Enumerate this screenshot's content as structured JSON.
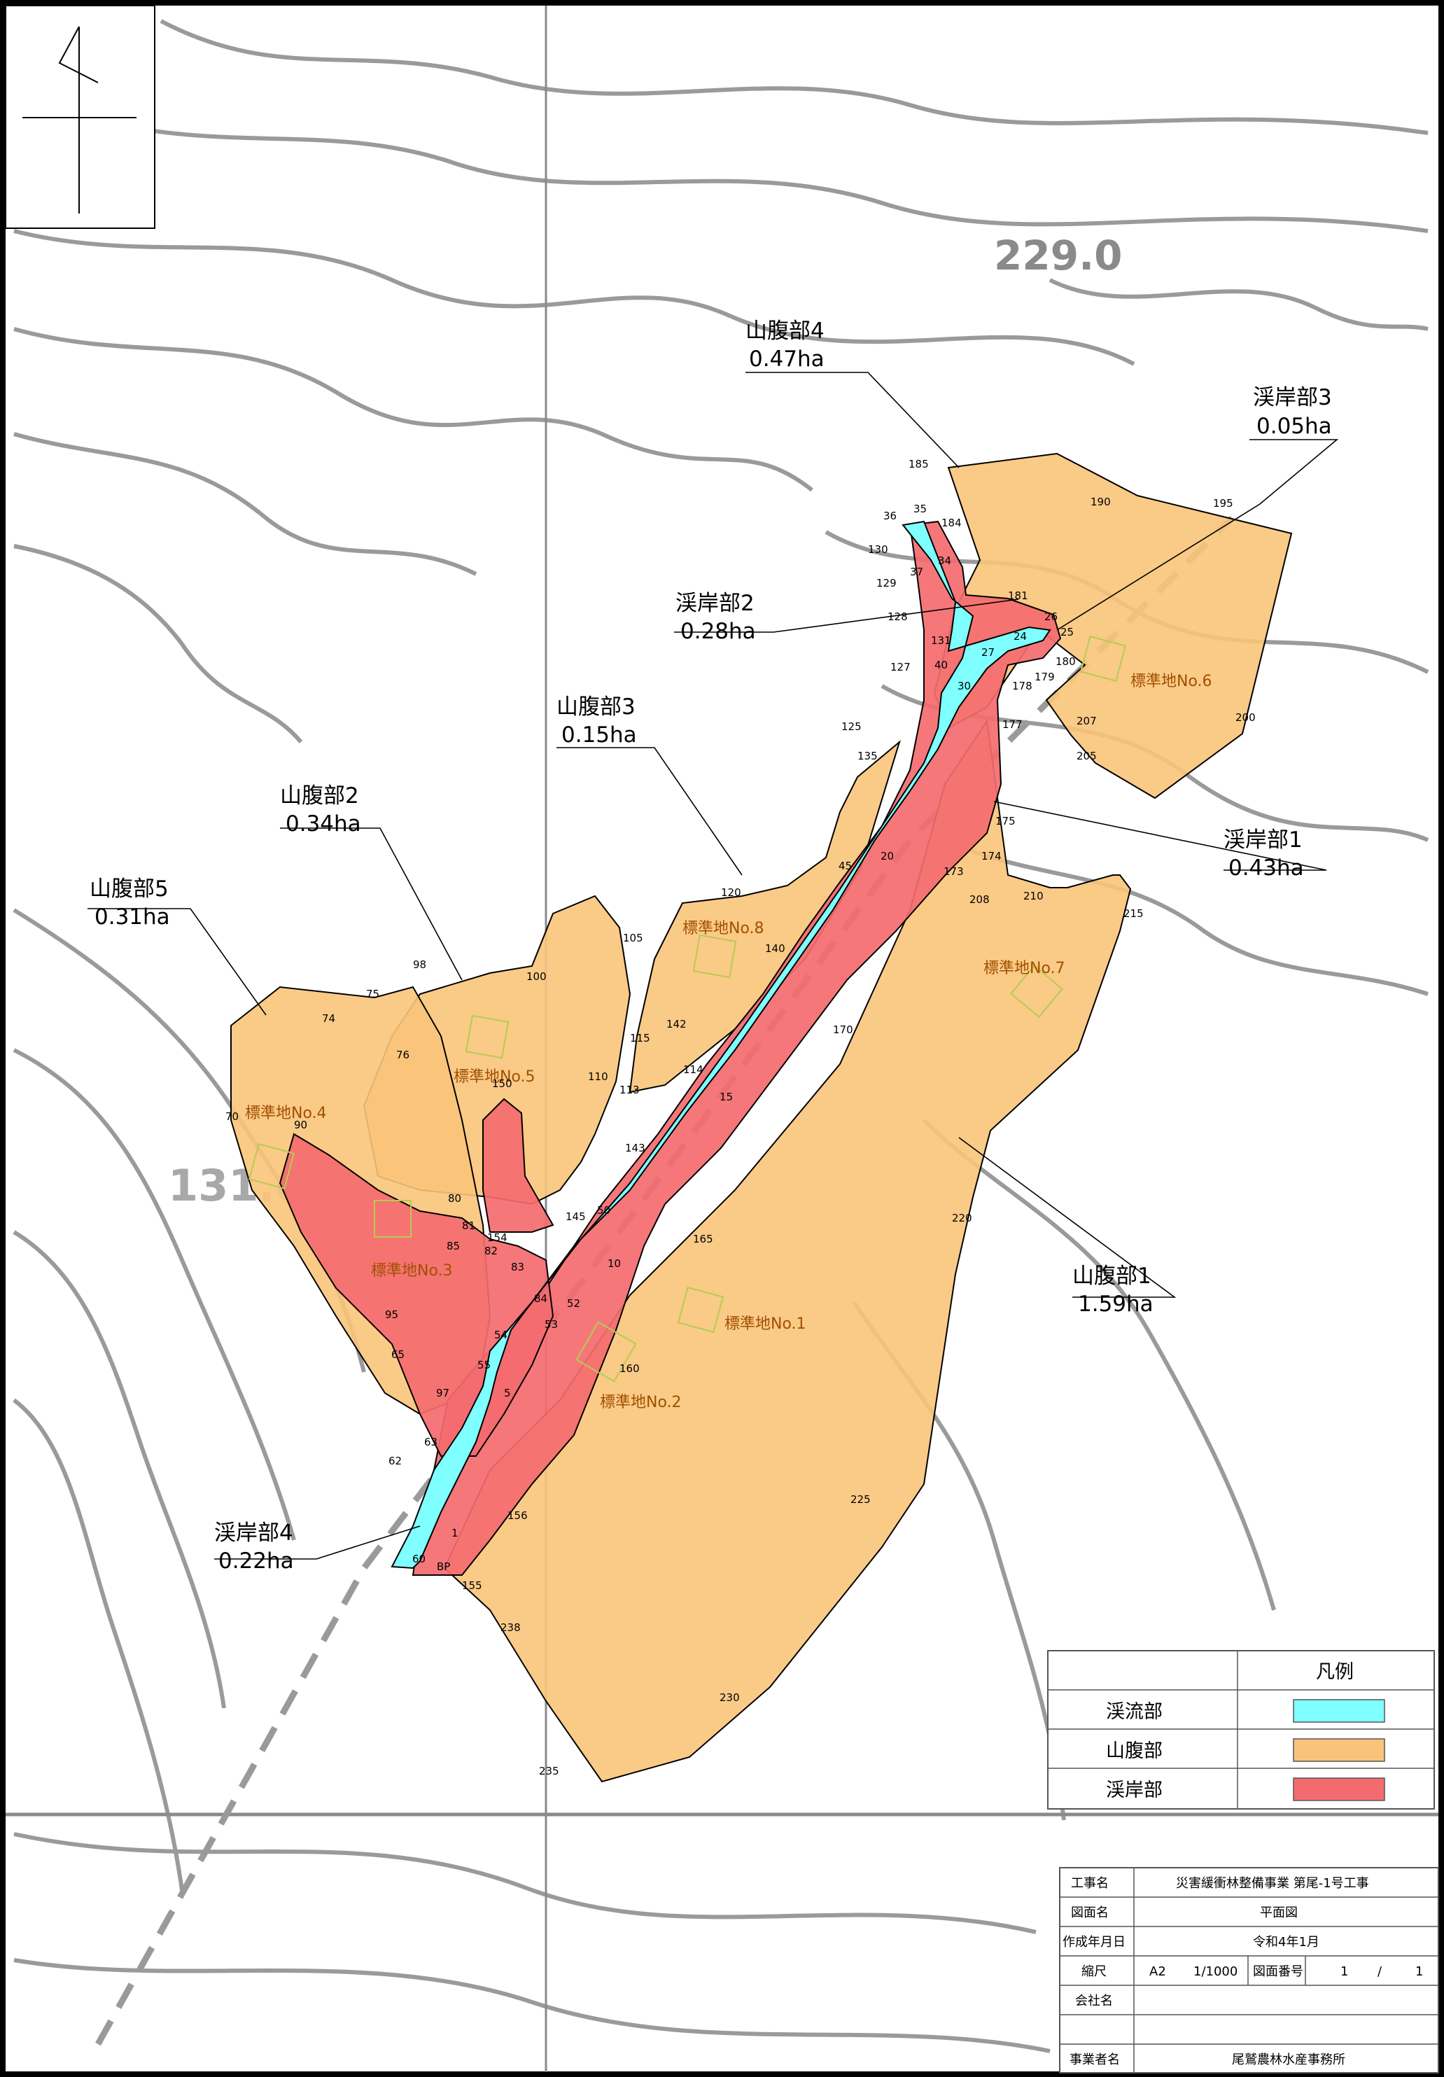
{
  "map": {
    "contour_labels": [
      "229.0",
      "131.0"
    ],
    "areas": [
      {
        "name": "山腹部4",
        "area": "0.47ha"
      },
      {
        "name": "渓岸部3",
        "area": "0.05ha"
      },
      {
        "name": "渓岸部2",
        "area": "0.28ha"
      },
      {
        "name": "山腹部3",
        "area": "0.15ha"
      },
      {
        "name": "山腹部2",
        "area": "0.34ha"
      },
      {
        "name": "渓岸部1",
        "area": "0.43ha"
      },
      {
        "name": "山腹部5",
        "area": "0.31ha"
      },
      {
        "name": "山腹部1",
        "area": "1.59ha"
      },
      {
        "name": "渓岸部4",
        "area": "0.22ha"
      }
    ],
    "plots": [
      "標準地No.1",
      "標準地No.2",
      "標準地No.3",
      "標準地No.4",
      "標準地No.5",
      "標準地No.6",
      "標準地No.7",
      "標準地No.8"
    ],
    "points": [
      "185",
      "190",
      "195",
      "36",
      "35",
      "184",
      "130",
      "34",
      "37",
      "129",
      "181",
      "128",
      "131",
      "26",
      "25",
      "24",
      "180",
      "27",
      "179",
      "127",
      "40",
      "30",
      "178",
      "177",
      "207",
      "200",
      "205",
      "125",
      "135",
      "175",
      "45",
      "20",
      "174",
      "173",
      "120",
      "208",
      "210",
      "215",
      "105",
      "140",
      "98",
      "100",
      "75",
      "74",
      "142",
      "115",
      "114",
      "76",
      "110",
      "113",
      "15",
      "150",
      "145",
      "143",
      "50",
      "170",
      "70",
      "90",
      "80",
      "81",
      "154",
      "85",
      "82",
      "83",
      "10",
      "165",
      "220",
      "84",
      "53",
      "52",
      "54",
      "55",
      "95",
      "65",
      "97",
      "160",
      "156",
      "63",
      "62",
      "60",
      "155",
      "238",
      "230",
      "225",
      "235",
      "BP",
      "5",
      "1"
    ]
  },
  "legend": {
    "title": "凡例",
    "items": [
      {
        "label": "渓流部",
        "color": "#7fffff"
      },
      {
        "label": "山腹部",
        "color": "#f9c47a"
      },
      {
        "label": "渓岸部",
        "color": "#f46b6f"
      }
    ]
  },
  "titleblock": {
    "project_label": "工事名",
    "project_value": "災害緩衝林整備事業 第尾-1号工事",
    "drawing_label": "図面名",
    "drawing_value": "平面図",
    "date_label": "作成年月日",
    "date_value": "令和4年1月",
    "scale_label": "縮尺",
    "paper_size": "A2",
    "scale_value": "1/1000",
    "drawing_no_label": "図面番号",
    "sheet": "1",
    "sheet_sep": "/",
    "sheet_total": "1",
    "company_label": "会社名",
    "company_value": "",
    "operator_label": "事業者名",
    "operator_value": "尾鷲農林水産事務所"
  }
}
